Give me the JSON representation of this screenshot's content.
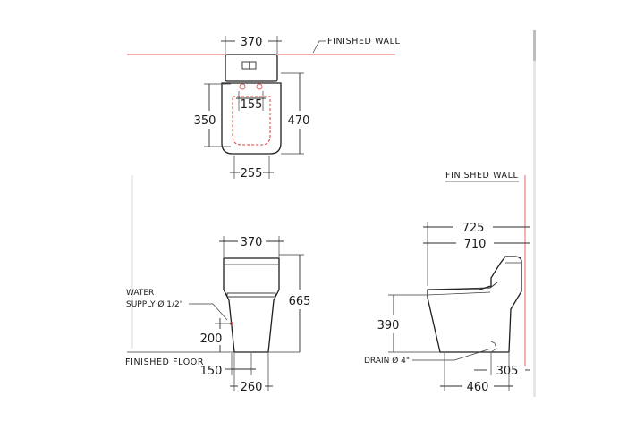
{
  "labels": {
    "finished_wall_top": "FINISHED WALL",
    "finished_wall_side": "FINISHED WALL",
    "finished_floor": "FINISHED FLOOR",
    "water_supply_line1": "WATER",
    "water_supply_line2": "SUPPLY Ø 1/2\"",
    "drain": "DRAIN Ø 4\""
  },
  "dimensions": {
    "top_width": "370",
    "top_depth_inner": "350",
    "top_depth_total": "470",
    "top_outlet_spacing": "155",
    "top_base_width": "255",
    "front_width": "370",
    "front_height": "665",
    "front_supply_height": "200",
    "front_supply_offset": "150",
    "front_base_width": "260",
    "side_length_total": "725",
    "side_length_bowl": "710",
    "side_seat_height": "390",
    "side_drain_distance": "305",
    "side_base_length": "460"
  }
}
